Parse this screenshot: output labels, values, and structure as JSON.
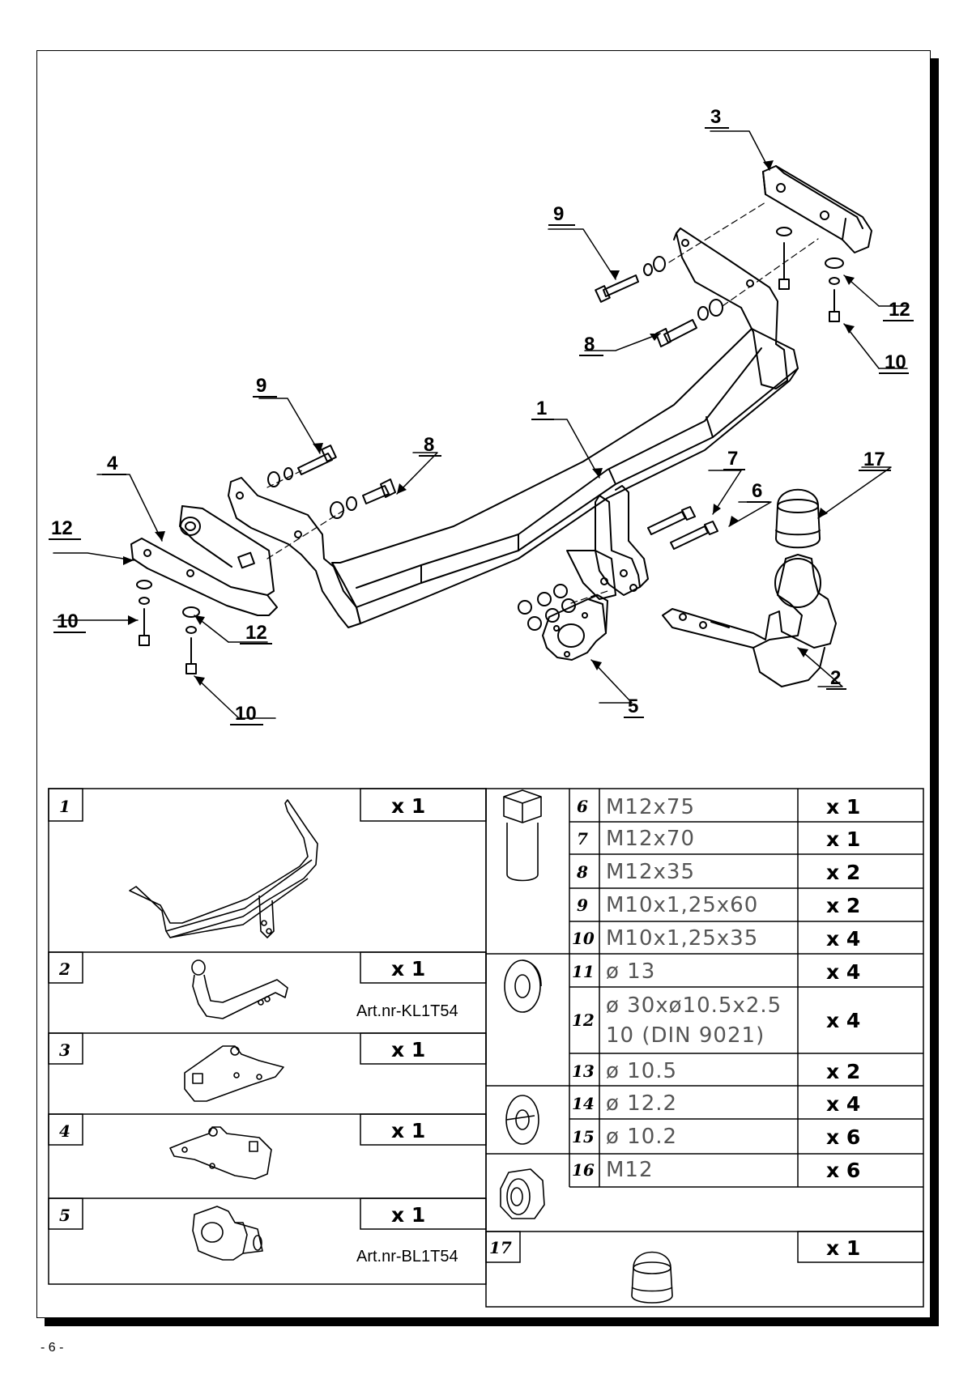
{
  "callouts": [
    "1",
    "2",
    "3",
    "4",
    "5",
    "6",
    "7",
    "8",
    "9",
    "9",
    "8",
    "10",
    "10",
    "10",
    "12",
    "12",
    "12",
    "17"
  ],
  "parts_table": {
    "left": [
      {
        "num": "1",
        "qty": "x 1",
        "art": ""
      },
      {
        "num": "2",
        "qty": "x 1",
        "art": "Art.nr-KL1T54"
      },
      {
        "num": "3",
        "qty": "x 1",
        "art": ""
      },
      {
        "num": "4",
        "qty": "x 1",
        "art": ""
      },
      {
        "num": "5",
        "qty": "x 1",
        "art": "Art.nr-BL1T54"
      }
    ],
    "right": [
      {
        "num": "6",
        "spec": "M12x75",
        "qty": "x 1"
      },
      {
        "num": "7",
        "spec": "M12x70",
        "qty": "x 1"
      },
      {
        "num": "8",
        "spec": "M12x35",
        "qty": "x 2"
      },
      {
        "num": "9",
        "spec": "M10x1,25x60",
        "qty": "x 2"
      },
      {
        "num": "10",
        "spec": "M10x1,25x35",
        "qty": "x 4"
      },
      {
        "num": "11",
        "spec": "ø 13",
        "qty": "x 4"
      },
      {
        "num": "12",
        "spec": "ø 30xø10.5x2.5",
        "spec2": "10   (DIN 9021)",
        "qty": "x 4"
      },
      {
        "num": "13",
        "spec": "ø 10.5",
        "qty": "x 2"
      },
      {
        "num": "14",
        "spec": "ø 12.2",
        "qty": "x 4"
      },
      {
        "num": "15",
        "spec": "ø 10.2",
        "qty": "x 6"
      },
      {
        "num": "16",
        "spec": "M12",
        "qty": "x 6"
      },
      {
        "num": "17",
        "spec": "",
        "qty": "x 1"
      }
    ]
  },
  "footer": "- 6 -"
}
